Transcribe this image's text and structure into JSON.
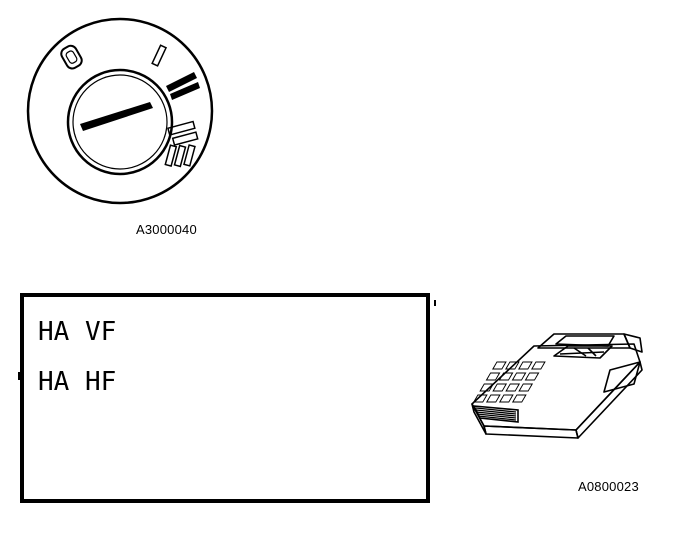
{
  "figures": {
    "ignition_switch": {
      "caption": "A3000040",
      "icon": "ignition-switch-illustration"
    },
    "display": {
      "lines": [
        "HA VF",
        "HA HF"
      ]
    },
    "tester": {
      "caption": "A0800023",
      "icon": "handheld-tester-illustration"
    }
  },
  "colors": {
    "ink": "#000000",
    "paper": "#ffffff"
  }
}
